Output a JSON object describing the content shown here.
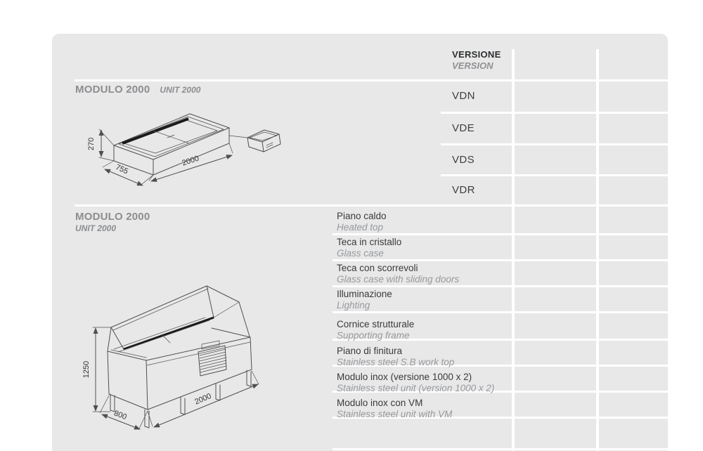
{
  "colors": {
    "panel_bg": "#e8e8e9",
    "grid_line": "#ffffff",
    "title_gray": "#8b8d8f",
    "text_dark": "#3a3a3a",
    "text_italic_gray": "#97999b",
    "drawing_stroke": "#4f4f4f"
  },
  "sections": {
    "top": {
      "title": "MODULO 2000",
      "subtitle": "UNIT 2000"
    },
    "bottom": {
      "title": "MODULO 2000",
      "subtitle": "UNIT 2000"
    }
  },
  "table": {
    "header": {
      "it": "VERSIONE",
      "en": "VERSION"
    },
    "versions": [
      "VDN",
      "VDE",
      "VDS",
      "VDR"
    ]
  },
  "features": [
    {
      "it": "Piano caldo",
      "en": "Heated top"
    },
    {
      "it": "Teca in cristallo",
      "en": "Glass case"
    },
    {
      "it": "Teca con scorrevoli",
      "en": "Glass case with sliding doors"
    },
    {
      "it": "Illuminazione",
      "en": "Lighting"
    },
    {
      "it": "Cornice strutturale",
      "en": "Supporting frame"
    },
    {
      "it": "Piano di finitura",
      "en": "Stainless steel S.B work top"
    },
    {
      "it": "Modulo inox (versione 1000 x 2)",
      "en": "Stainless steel unit (version 1000 x 2)"
    },
    {
      "it": "Modulo inox con VM",
      "en": "Stainless steel unit with VM"
    }
  ],
  "drawings": {
    "unit_top": {
      "height": "270",
      "depth": "755",
      "width": "2000"
    },
    "unit_bottom": {
      "height": "1250",
      "depth": "800",
      "width": "2000"
    }
  }
}
